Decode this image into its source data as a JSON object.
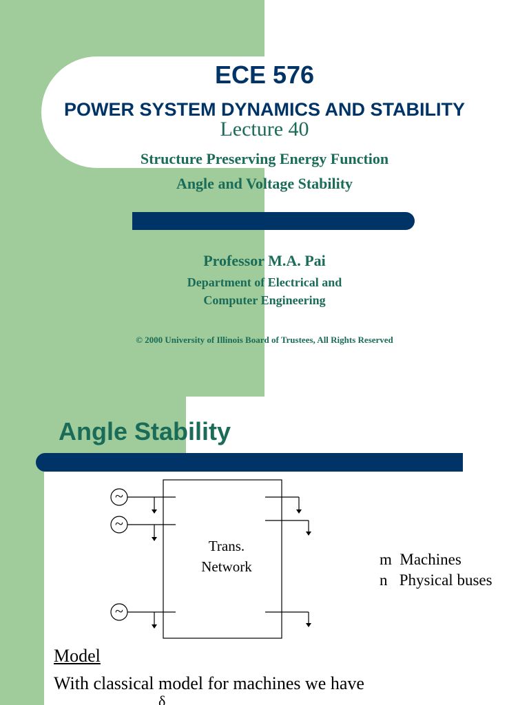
{
  "slide1": {
    "course_code": "ECE 576",
    "course_title": "POWER SYSTEM DYNAMICS AND STABILITY",
    "lecture": "Lecture 40",
    "subtitle_line1": "Structure Preserving Energy Function",
    "subtitle_line2": "Angle and Voltage Stability",
    "professor": "Professor M.A. Pai",
    "department_line1": "Department of Electrical and",
    "department_line2": "Computer Engineering",
    "copyright": "© 2000 University of Illinois Board of Trustees, All Rights Reserved"
  },
  "slide2": {
    "title": "Angle Stability",
    "diagram": {
      "network_line1": "Trans.",
      "network_line2": "Network",
      "generator_symbol": "~"
    },
    "legend": [
      {
        "symbol": "m",
        "text": "Machines"
      },
      {
        "symbol": "n",
        "text": "Physical buses"
      }
    ],
    "model_heading": "Model",
    "model_text": "With classical model for machines we have",
    "partial_symbol": "δ"
  },
  "colors": {
    "navy": "#003366",
    "teal": "#1a6b57",
    "green": "#9fcc9a"
  }
}
